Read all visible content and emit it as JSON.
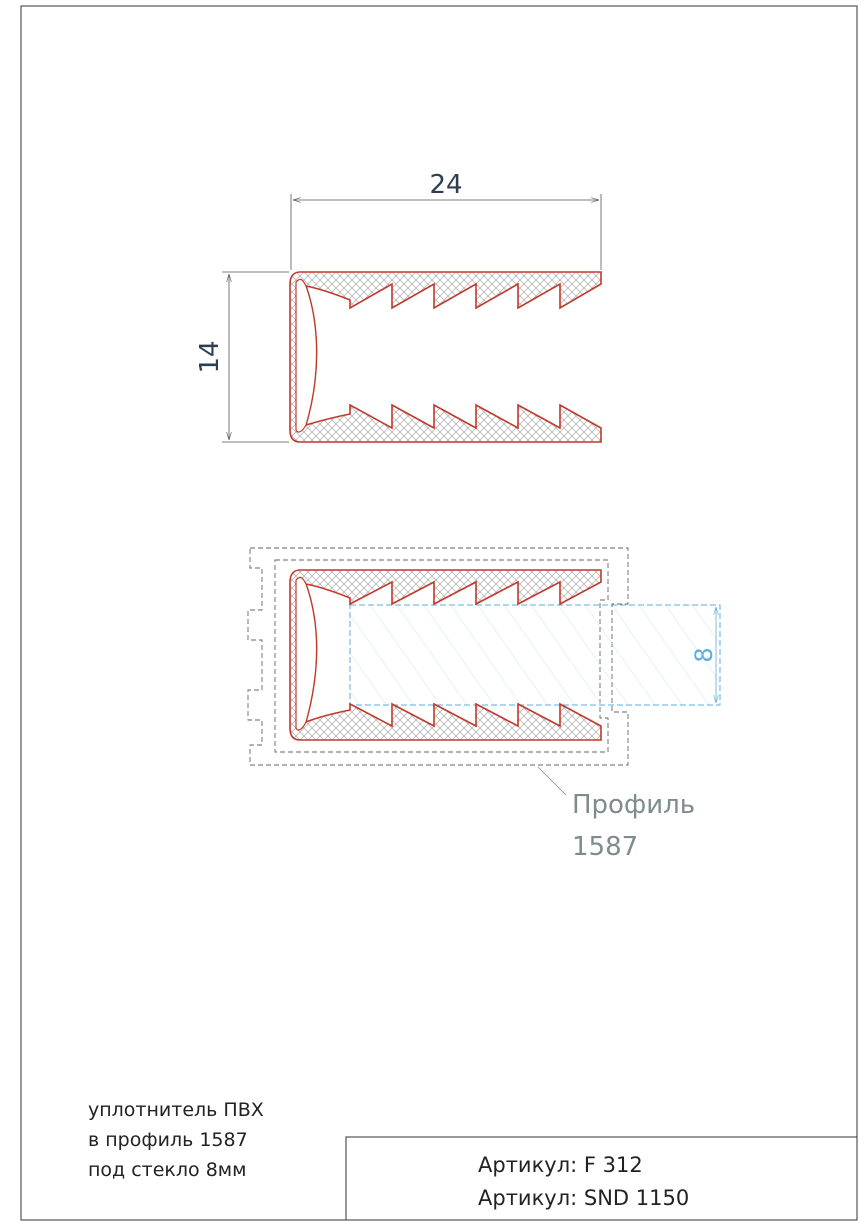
{
  "dimensions": {
    "width_label": "24",
    "height_label": "14",
    "glass_label": "8"
  },
  "profile_callout": {
    "line1": "Профиль",
    "line2": "1587"
  },
  "notes": {
    "line1": "уплотнитель ПВХ",
    "line2": "в профиль 1587",
    "line3": "под стекло 8мм"
  },
  "title_block": {
    "article1": "Артикул: F 312",
    "article2": "Артикул: SND 1150"
  },
  "colors": {
    "seal_outline": "#c0392b",
    "dimension_text": "#2c3e50",
    "glass_outline": "#5dade2",
    "profile_outline": "#555555",
    "callout_text": "#7f8c8d"
  }
}
